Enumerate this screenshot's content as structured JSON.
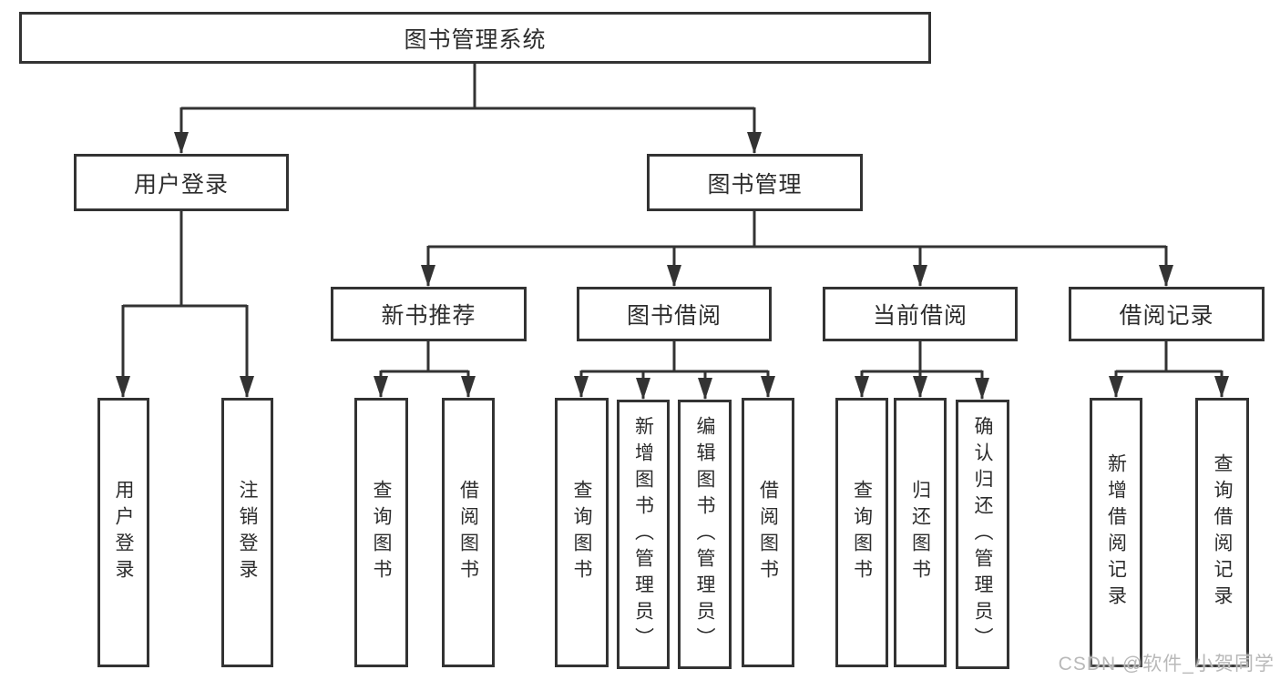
{
  "diagram": {
    "root": {
      "label": "图书管理系统"
    },
    "level2": [
      {
        "label": "用户登录"
      },
      {
        "label": "图书管理"
      }
    ],
    "level3": [
      {
        "label": "新书推荐"
      },
      {
        "label": "图书借阅"
      },
      {
        "label": "当前借阅"
      },
      {
        "label": "借阅记录"
      }
    ],
    "leaves": {
      "login": [
        "用户登录",
        "注销登录"
      ],
      "newbook": [
        "查询图书",
        "借阅图书"
      ],
      "borrow": [
        "查询图书",
        "新增图书（管理员）",
        "编辑图书（管理员）",
        "借阅图书"
      ],
      "current": [
        "查询图书",
        "归还图书",
        "确认归还（管理员）"
      ],
      "records": [
        "新增借阅记录",
        "查询借阅记录"
      ]
    }
  },
  "watermark": {
    "text": "CSDN @软件_小贺同学"
  },
  "colors": {
    "line": "#333333",
    "text": "#2d2d2d",
    "watermark": "#b9b9b9",
    "background": "#ffffff"
  }
}
